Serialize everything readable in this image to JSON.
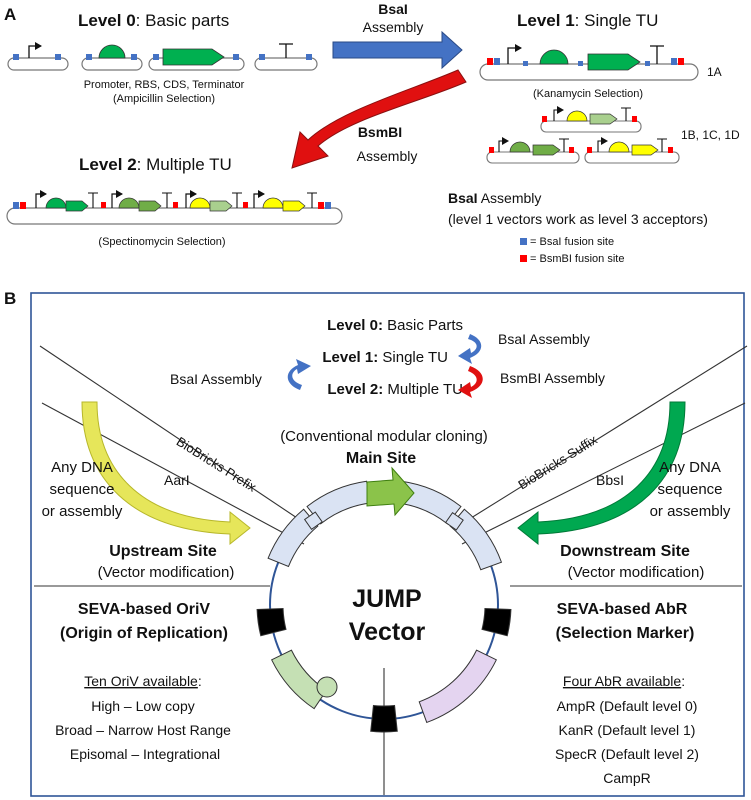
{
  "colors": {
    "bsai_site": "#4472c4",
    "bsmbi_site": "#ff0000",
    "promoter_green": "#00b050",
    "rbs_green": "#70ad47",
    "tu_lightgreen": "#a9d08e",
    "tu_yellow": "#ffff00",
    "bsai_arrow": "#4472c4",
    "bsmbi_arrow": "#e01010",
    "upstream_arrow": "#e6e65a",
    "downstream_arrow": "#00a850",
    "main_part": "#8bc34a",
    "vector_segment": "#dae3f3",
    "oriv_segment": "#c5e0b4",
    "abr_segment": "#e4d4f0",
    "panel_border": "#2f5597"
  },
  "panel_a": {
    "label": "A",
    "level0": {
      "bold": "Level 0",
      "rest": ": Basic parts"
    },
    "level0_caption_1": "Promoter, RBS, CDS, Terminator",
    "level0_caption_2": "(Ampicillin Selection)",
    "bsai_arrow_label_bold": "BsaI",
    "bsai_arrow_label": "Assembly",
    "level1": {
      "bold": "Level 1",
      "rest": ": Single TU"
    },
    "level1_caption": "(Kanamycin Selection)",
    "label_1a": "1A",
    "label_1bcd": "1B, 1C, 1D",
    "bsmbi_arrow_label_bold": "BsmBI",
    "bsmbi_arrow_label": "Assembly",
    "level2": {
      "bold": "Level 2",
      "rest": ": Multiple TU"
    },
    "level2_caption": "(Spectinomycin Selection)",
    "bsai_note_bold": "BsaI",
    "bsai_note_rest": " Assembly",
    "bsai_note_line2": "(level 1 vectors work as level 3 acceptors)",
    "legend_bsai": "= BsaI fusion site",
    "legend_bsmbi": "= BsmBI fusion site"
  },
  "panel_b": {
    "label": "B",
    "level0": {
      "bold": "Level 0:",
      "rest": " Basic Parts"
    },
    "level1": {
      "bold": "Level 1:",
      "rest": " Single TU"
    },
    "level2": {
      "bold": "Level 2:",
      "rest": " Multiple TU"
    },
    "bsai_assembly_right": "BsaI Assembly",
    "bsai_assembly_left": "BsaI Assembly",
    "bsmbi_assembly": "BsmBI Assembly",
    "main_site_sub": "(Conventional modular cloning)",
    "main_site": "Main Site",
    "biobricks_prefix": "BioBricks Prefix",
    "biobricks_suffix": "BioBricks Suffix",
    "aari": "AarI",
    "bbsi": "BbsI",
    "any_dna_left": [
      "Any DNA",
      "sequence",
      "or assembly"
    ],
    "any_dna_right": [
      "Any DNA",
      "sequence",
      "or assembly"
    ],
    "upstream_site": "Upstream Site",
    "upstream_sub": "(Vector modification)",
    "downstream_site": "Downstream Site",
    "downstream_sub": "(Vector modification)",
    "vector_title_1": "JUMP",
    "vector_title_2": "Vector",
    "oriv_title_1": "SEVA-based OriV",
    "oriv_title_2": "(Origin of Replication)",
    "oriv_available": "Ten OriV available",
    "oriv_available_colon": ":",
    "oriv_items": [
      "High – Low copy",
      "Broad – Narrow Host Range",
      "Episomal – Integrational"
    ],
    "abr_title_1": "SEVA-based AbR",
    "abr_title_2": "(Selection Marker)",
    "abr_available": "Four AbR available",
    "abr_available_colon": ":",
    "abr_items": [
      "AmpR (Default level 0)",
      "KanR (Default level 1)",
      "SpecR (Default level 2)",
      "CampR"
    ]
  }
}
